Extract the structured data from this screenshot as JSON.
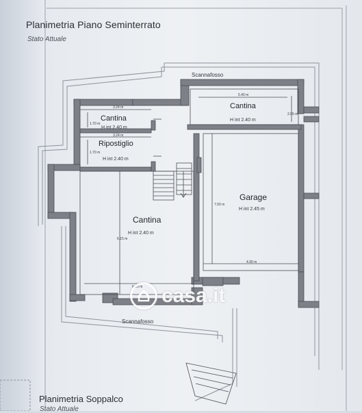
{
  "header": {
    "title": "Planimetria Piano Seminterrato",
    "subtitle": "Stato Attuale"
  },
  "footer": {
    "title": "Planimetria Soppalco",
    "subtitle": "Stato Attuale"
  },
  "rooms": {
    "cantina_top_left": {
      "name": "Cantina",
      "height": "H int 2.40 m",
      "dim_w": "3.24 m",
      "dim_h": "1.70 m"
    },
    "ripostiglio": {
      "name": "Ripostiglio",
      "height": "H int 2.40 m",
      "dim_w": "3.24 m",
      "dim_h": "1.70 m"
    },
    "cantina_top_right": {
      "name": "Cantina",
      "height": "H int 2.40 m",
      "dim_w": "5.40 m",
      "dim_h": "2.05 m"
    },
    "garage": {
      "name": "Garage",
      "height": "H int 2.45 m",
      "dim_w": "4.90 m",
      "dim_h": "7.00 m"
    },
    "cantina_main": {
      "name": "Cantina",
      "height": "H int 2.40 m",
      "dim_w": "6.10 m",
      "dim_h": "6.15 m"
    }
  },
  "labels": {
    "scannafosso_top": "Scannafosso",
    "scannafosso_bottom": "Scannafosso"
  },
  "watermark": {
    "text": "casa.it",
    "icon": "house-icon"
  },
  "colors": {
    "wall": "#7d8086",
    "line": "#4a4e55",
    "paper": "#eef1f4"
  }
}
